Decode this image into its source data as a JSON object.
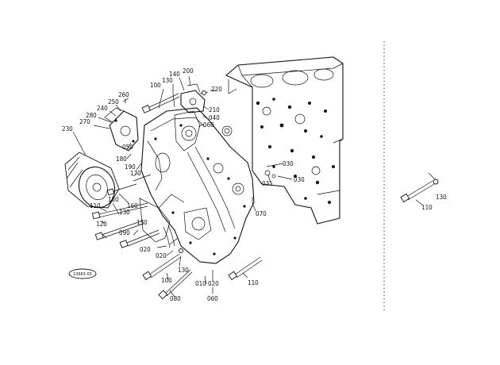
{
  "callouts": [
    {
      "id": "c100a",
      "text": "100"
    },
    {
      "id": "c130a",
      "text": "130"
    },
    {
      "id": "c140",
      "text": "140"
    },
    {
      "id": "c200",
      "text": "200"
    },
    {
      "id": "c220",
      "text": "220"
    },
    {
      "id": "c210",
      "text": "210"
    },
    {
      "id": "c040a",
      "text": "040"
    },
    {
      "id": "c060a",
      "text": "060"
    },
    {
      "id": "c260",
      "text": "260"
    },
    {
      "id": "c250",
      "text": "250"
    },
    {
      "id": "c240",
      "text": "240"
    },
    {
      "id": "c280",
      "text": "280"
    },
    {
      "id": "c270",
      "text": "270"
    },
    {
      "id": "c230",
      "text": "230"
    },
    {
      "id": "c050",
      "text": "050"
    },
    {
      "id": "c180",
      "text": "180"
    },
    {
      "id": "c190",
      "text": "190"
    },
    {
      "id": "c170",
      "text": "170"
    },
    {
      "id": "c030a",
      "text": "030"
    },
    {
      "id": "c030b",
      "text": "030"
    },
    {
      "id": "c035",
      "text": "035"
    },
    {
      "id": "c160",
      "text": "160"
    },
    {
      "id": "c150",
      "text": "150"
    },
    {
      "id": "c130b",
      "text": "130"
    },
    {
      "id": "c110a",
      "text": "110"
    },
    {
      "id": "c120",
      "text": "120"
    },
    {
      "id": "c130c",
      "text": "130"
    },
    {
      "id": "c090",
      "text": "090"
    },
    {
      "id": "c070",
      "text": "070"
    },
    {
      "id": "c020a",
      "text": "020"
    },
    {
      "id": "c020b",
      "text": "020"
    },
    {
      "id": "c130d",
      "text": "130"
    },
    {
      "id": "c100b",
      "text": "100"
    },
    {
      "id": "c080",
      "text": "080"
    },
    {
      "id": "c010",
      "text": "010"
    },
    {
      "id": "c020c",
      "text": "020"
    },
    {
      "id": "c060b",
      "text": "060"
    },
    {
      "id": "c110b",
      "text": "110"
    },
    {
      "id": "c110c",
      "text": "110"
    },
    {
      "id": "c130e",
      "text": "130"
    }
  ],
  "stamp": "10663-05"
}
